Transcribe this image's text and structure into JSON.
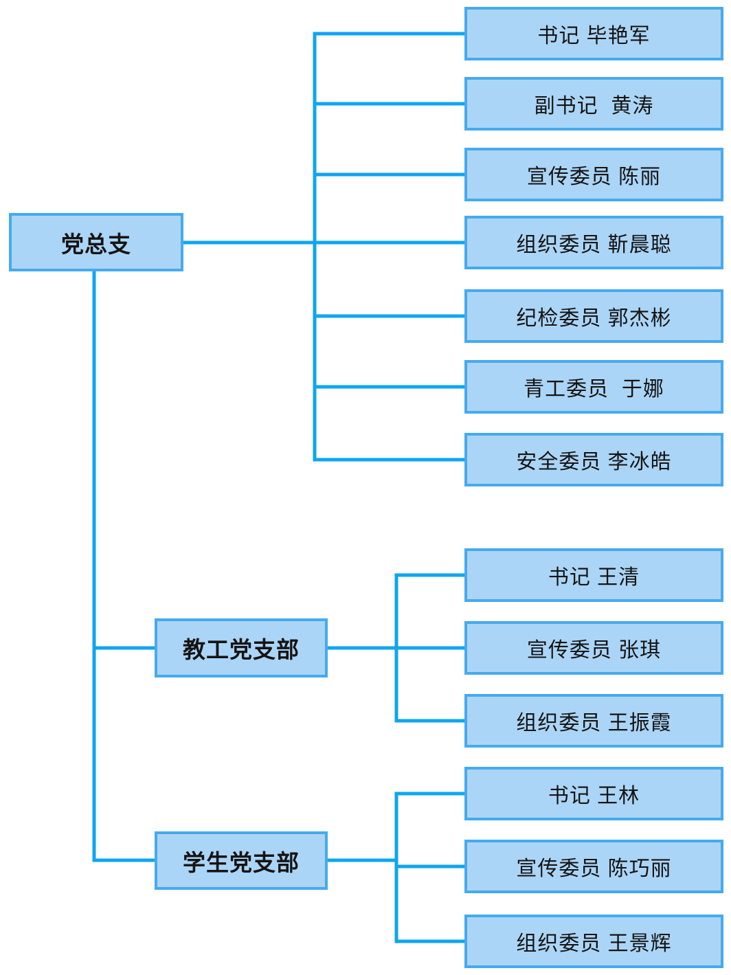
{
  "diagram": {
    "root": {
      "label": "党总支",
      "children": [
        "书记 毕艳军",
        "副书记  黄涛",
        "宣传委员 陈丽",
        "组织委员 靳晨聪",
        "纪检委员 郭杰彬",
        "青工委员  于娜",
        "安全委员 李冰皓"
      ]
    },
    "branches": [
      {
        "label": "教工党支部",
        "children": [
          "书记 王清",
          "宣传委员 张琪",
          "组织委员 王振霞"
        ]
      },
      {
        "label": "学生党支部",
        "children": [
          "书记 王林",
          "宣传委员 陈巧丽",
          "组织委员 王景辉"
        ]
      }
    ],
    "colors": {
      "line": "#0fa5f0",
      "box_border": "#45aaef",
      "box_fill": "#abd5f6",
      "text": "#141414"
    }
  }
}
